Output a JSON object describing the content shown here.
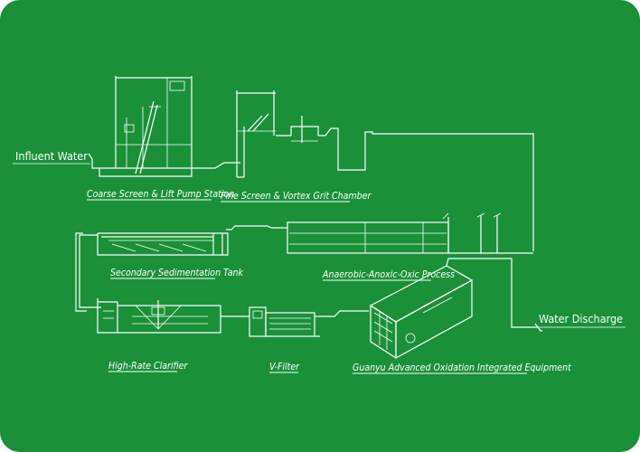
{
  "colors": {
    "background": "#1a9038",
    "line": "#ffffff"
  },
  "io": {
    "influent": "Influent Water",
    "discharge": "Water Discharge"
  },
  "stages": {
    "coarse_screen": "Coarse Screen & Lift Pump Station",
    "fine_screen": "Fine Screen & Vortex Grit Chamber",
    "secondary_sedimentation": "Secondary Sedimentation Tank",
    "aao": "Anaerobic-Anoxic-Oxic Process",
    "clarifier": "High-Rate Clarifier",
    "vfilter": "V-Filter",
    "guanyu": "Guanyu Advanced Oxidation Integrated Equipment"
  }
}
